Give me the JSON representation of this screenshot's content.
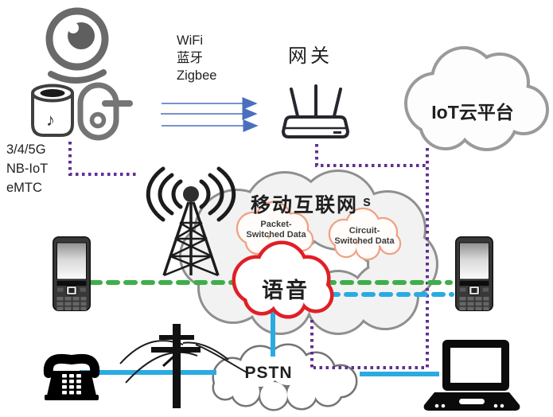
{
  "diagram": {
    "type": "network-topology",
    "labels": {
      "wireless_protocols": "WiFi\n蓝牙\nZigbee",
      "gateway": "网关",
      "iot_cloud": "IoT云平台",
      "cellular_protocols": "3/4/5G\nNB-IoT\neMTC",
      "mobile_internet": "移动互联网",
      "mobile_internet_suffix": "s",
      "packet_switched": "Packet-\nSwitched Data",
      "circuit_switched": "Circuit-\nSwitched Data",
      "voice": "语音",
      "pstn": "PSTN"
    },
    "colors": {
      "purple_dotted": "#5e2f91",
      "green_dashed": "#3fae49",
      "blue_line": "#29abe2",
      "arrow_blue": "#4a6fbd",
      "voice_cloud_outline": "#e01f26",
      "data_cloud_outline": "#f0a184",
      "gray_cloud_outline": "#8f8f8f",
      "pstn_cloud_outline": "#757575",
      "mobile_cloud_fill": "#f2f2f2"
    },
    "icons": [
      "camera-icon",
      "smart-speaker-icon",
      "smart-lock-icon",
      "router-icon",
      "cell-tower-icon",
      "feature-phone-icon",
      "telephone-icon",
      "utility-pole-icon",
      "laptop-icon",
      "cloud-shape"
    ],
    "connections": [
      {
        "from": "devices",
        "to": "cell-tower",
        "style": "dotted",
        "color": "purple"
      },
      {
        "from": "devices",
        "to": "gateway",
        "style": "triple-arrow",
        "label": "WiFi 蓝牙 Zigbee"
      },
      {
        "from": "gateway",
        "to": "iot-cloud",
        "style": "dotted",
        "color": "purple"
      },
      {
        "from": "iot-cloud",
        "to": "mobile-internet-cloud",
        "style": "dotted",
        "color": "purple"
      },
      {
        "from": "left-phone",
        "to": "right-phone",
        "style": "dashed",
        "color": "green"
      },
      {
        "from": "voice-cloud",
        "to": "right-phone",
        "style": "dashed",
        "color": "blue"
      },
      {
        "from": "voice-cloud",
        "to": "pstn-cloud",
        "style": "solid",
        "color": "blue"
      },
      {
        "from": "telephone",
        "to": "pstn-cloud",
        "style": "solid",
        "color": "blue"
      },
      {
        "from": "pstn-cloud",
        "to": "laptop",
        "style": "solid",
        "color": "blue"
      }
    ]
  }
}
